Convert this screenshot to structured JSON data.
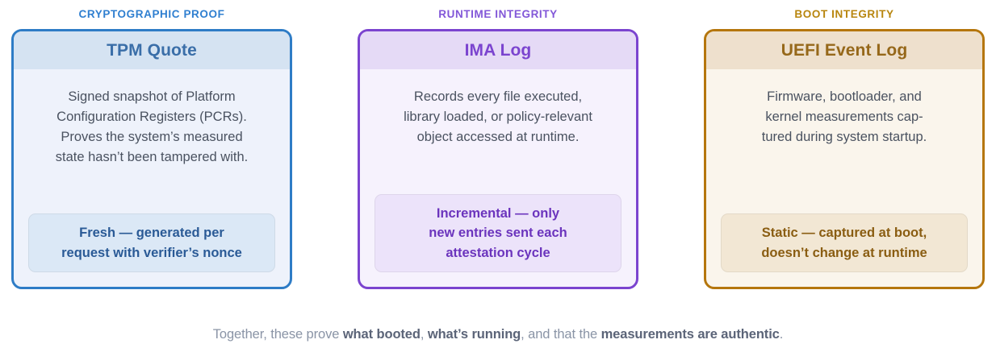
{
  "columns": [
    {
      "kicker": "CRYPTOGRAPHIC PROOF",
      "title": "TPM Quote",
      "description": "Signed snapshot of Platform\nConfiguration Registers (PCRs).\nProves the system’s measured\nstate hasn’t been tampered with.",
      "badge": "Fresh — generated per\nrequest with verifier’s nonce",
      "accent": "#2e7cc6",
      "kicker_color": "#2f7fd0",
      "header_bg": "#d5e3f2",
      "body_bg": "#eef2fb",
      "badge_bg": "#dbe8f6"
    },
    {
      "kicker": "RUNTIME INTEGRITY",
      "title": "IMA Log",
      "description": "Records every file executed,\nlibrary loaded, or policy-relevant\nobject accessed at runtime.",
      "badge": "Incremental — only\nnew entries sent each\nattestation cycle",
      "accent": "#7b44cf",
      "kicker_color": "#8257d8",
      "header_bg": "#e5daf6",
      "body_bg": "#f6f2fd",
      "badge_bg": "#ece3fa"
    },
    {
      "kicker": "BOOT INTEGRITY",
      "title": "UEFI Event Log",
      "description": "Firmware, bootloader, and\nkernel measurements cap-\ntured during system startup.",
      "badge": "Static — captured at boot,\ndoesn’t change at runtime",
      "accent": "#b5760d",
      "kicker_color": "#b8860f",
      "header_bg": "#eee0cd",
      "body_bg": "#faf5ec",
      "badge_bg": "#f2e7d4"
    }
  ],
  "footnote": {
    "lead": "Together, these prove ",
    "bold1": "what booted",
    "sep1": ", ",
    "bold2": "what’s running",
    "mid": ", and that the ",
    "bold3": "measurements are authentic",
    "end": "."
  }
}
